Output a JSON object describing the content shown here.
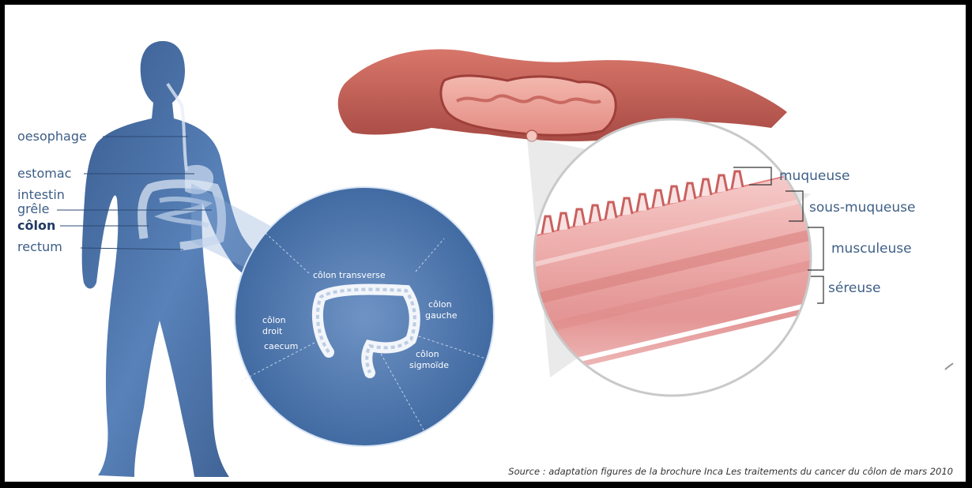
{
  "body_labels": {
    "oesophage": "oesophage",
    "estomac": "estomac",
    "intestin": "intestin",
    "grele": "grêle",
    "colon": "côlon",
    "rectum": "rectum"
  },
  "zoom_labels": {
    "colon_transverse": "côlon transverse",
    "colon": "côlon",
    "droit": "droit",
    "gauche": "gauche",
    "caecum": "caecum",
    "sigmoide": "sigmoïde"
  },
  "wall_layers": {
    "muqueuse": "muqueuse",
    "sous_muqueuse": "sous-muqueuse",
    "musculeuse": "musculeuse",
    "sereuse": "séreuse"
  },
  "source": "Source : adaptation figures de la brochure Inca Les traitements du cancer du côlon de mars 2010",
  "colors": {
    "body": "#3f6aa3",
    "zoom_circle": "#4d76ad",
    "tissue": "#e9a3a3",
    "colon_outer": "#c9625a",
    "label_text": "#3d5d86"
  }
}
